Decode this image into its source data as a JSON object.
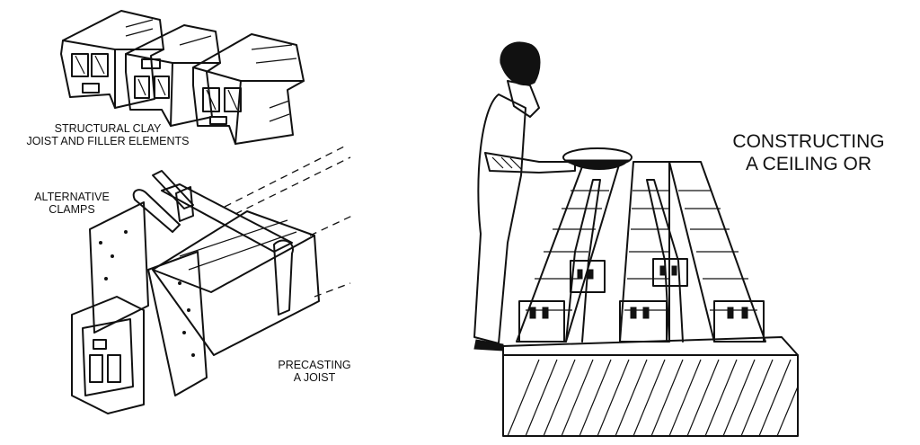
{
  "figure": {
    "panels": [
      {
        "id": "clay-elements",
        "caption_lines": [
          "STRUCTURAL CLAY",
          "JOIST AND FILLER ELEMENTS"
        ]
      },
      {
        "id": "precasting",
        "callout_lines": [
          "ALTERNATIVE",
          "CLAMPS"
        ],
        "caption_lines": [
          "PRECASTING",
          "A JOIST"
        ]
      },
      {
        "id": "ceiling",
        "caption_lines": [
          "CONSTRUCTING",
          "A CEILING OR"
        ]
      }
    ],
    "colors": {
      "ink": "#111111",
      "paper": "#ffffff"
    }
  }
}
